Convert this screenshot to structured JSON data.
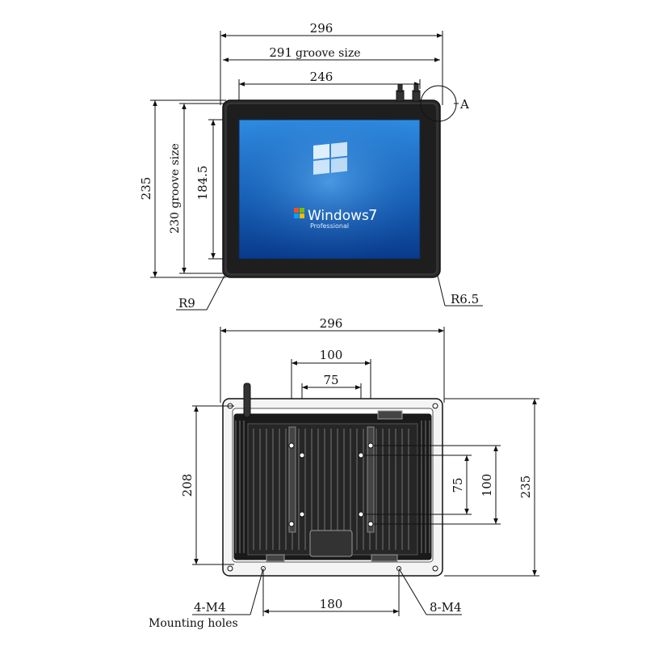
{
  "front_view": {
    "dim_overall_width": "296",
    "dim_groove_width": "291",
    "groove_label": "groove size",
    "dim_screen_width": "246",
    "dim_overall_height": "235",
    "dim_groove_height": "230 groove size",
    "dim_screen_height": "184.5",
    "detail_marker": "A",
    "corner_radius_left": "R9",
    "corner_radius_right": "R6.5",
    "screen": {
      "os_name": "Windows",
      "os_version": "7",
      "os_edition": "Professional"
    }
  },
  "rear_view": {
    "dim_overall_width": "296",
    "dim_vesa_outer_h": "100",
    "dim_vesa_inner_h": "75",
    "dim_mount_height": "208",
    "dim_vesa_inner_v": "75",
    "dim_vesa_outer_v": "100",
    "dim_overall_height": "235",
    "dim_mount_span": "180",
    "mount_holes_callout": "4-M4",
    "mount_holes_label": "Mounting holes",
    "vesa_holes_callout": "8-M4"
  },
  "colors": {
    "line": "#111111",
    "bezel": "#2b2b2b",
    "screen_top": "#2f8be0",
    "screen_bottom": "#0a3a8a",
    "heatsink": "#1a1a1a"
  }
}
